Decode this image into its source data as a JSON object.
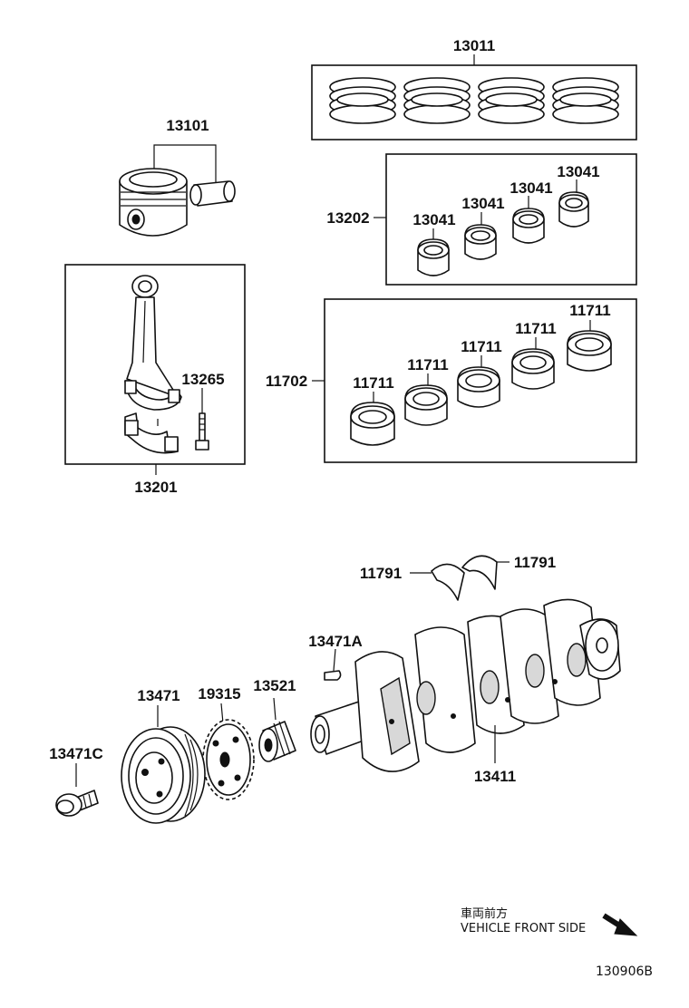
{
  "labels": {
    "piston_rings": "13011",
    "piston": "13101",
    "rod_bearing_set": "13202",
    "rod_bearing_1": "13041",
    "rod_bearing_2": "13041",
    "rod_bearing_3": "13041",
    "rod_bearing_4": "13041",
    "main_bearing_set": "11702",
    "main_bearing_1": "11711",
    "main_bearing_2": "11711",
    "main_bearing_3": "11711",
    "main_bearing_4": "11711",
    "main_bearing_5": "11711",
    "rod_bolt": "13265",
    "connecting_rod": "13201",
    "thrust_washer_left": "11791",
    "thrust_washer_right": "11791",
    "crank_key": "13471A",
    "pulley": "13471",
    "sprocket": "19315",
    "timing_gear": "13521",
    "pulley_bolt": "13471C",
    "crankshaft": "13411"
  },
  "direction_note": {
    "jp": "車両前方",
    "en": "VEHICLE FRONT SIDE"
  },
  "figure_id": "130906B"
}
